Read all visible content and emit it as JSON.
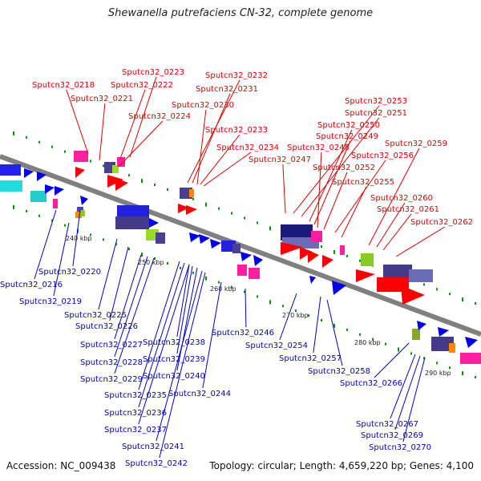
{
  "title": "Shewanella putrefaciens CN-32, complete genome",
  "footer": {
    "accession": "Accession: NC_009438",
    "topology": "Topology: circular; Length: 4,659,220 bp; Genes: 4,100"
  },
  "colors": {
    "forward_label": "#e00000",
    "reverse_label": "#0000d0",
    "backbone": "#808080",
    "tick": "#138a13"
  },
  "kbp_marks": [
    "240 kbp",
    "250 kbp",
    "260 kbp",
    "270 kbp",
    "280 kbp",
    "290 kbp"
  ],
  "forward_genes": [
    "Sputcn32_0218",
    "Sputcn32_0221",
    "Sputcn32_0223",
    "Sputcn32_0222",
    "Sputcn32_0224",
    "Sputcn32_0232",
    "Sputcn32_0231",
    "Sputcn32_0230",
    "Sputcn32_0233",
    "Sputcn32_0234",
    "Sputcn32_0253",
    "Sputcn32_0251",
    "Sputcn32_0250",
    "Sputcn32_0249",
    "Sputcn32_0248",
    "Sputcn32_0247",
    "Sputcn32_0256",
    "Sputcn32_0252",
    "Sputcn32_0255",
    "Sputcn32_0259",
    "Sputcn32_0260",
    "Sputcn32_0261",
    "Sputcn32_0262"
  ],
  "reverse_genes": [
    "Sputcn32_0220",
    "Sputcn32_0216",
    "Sputcn32_0219",
    "Sputcn32_0225",
    "Sputcn32_0226",
    "Sputcn32_0227",
    "Sputcn32_0238",
    "Sputcn32_0228",
    "Sputcn32_0239",
    "Sputcn32_0229",
    "Sputcn32_0240",
    "Sputcn32_0235",
    "Sputcn32_0244",
    "Sputcn32_0236",
    "Sputcn32_0237",
    "Sputcn32_0241",
    "Sputcn32_0242",
    "Sputcn32_0246",
    "Sputcn32_0254",
    "Sputcn32_0257",
    "Sputcn32_0258",
    "Sputcn32_0266",
    "Sputcn32_0267",
    "Sputcn32_0269",
    "Sputcn32_0270"
  ]
}
